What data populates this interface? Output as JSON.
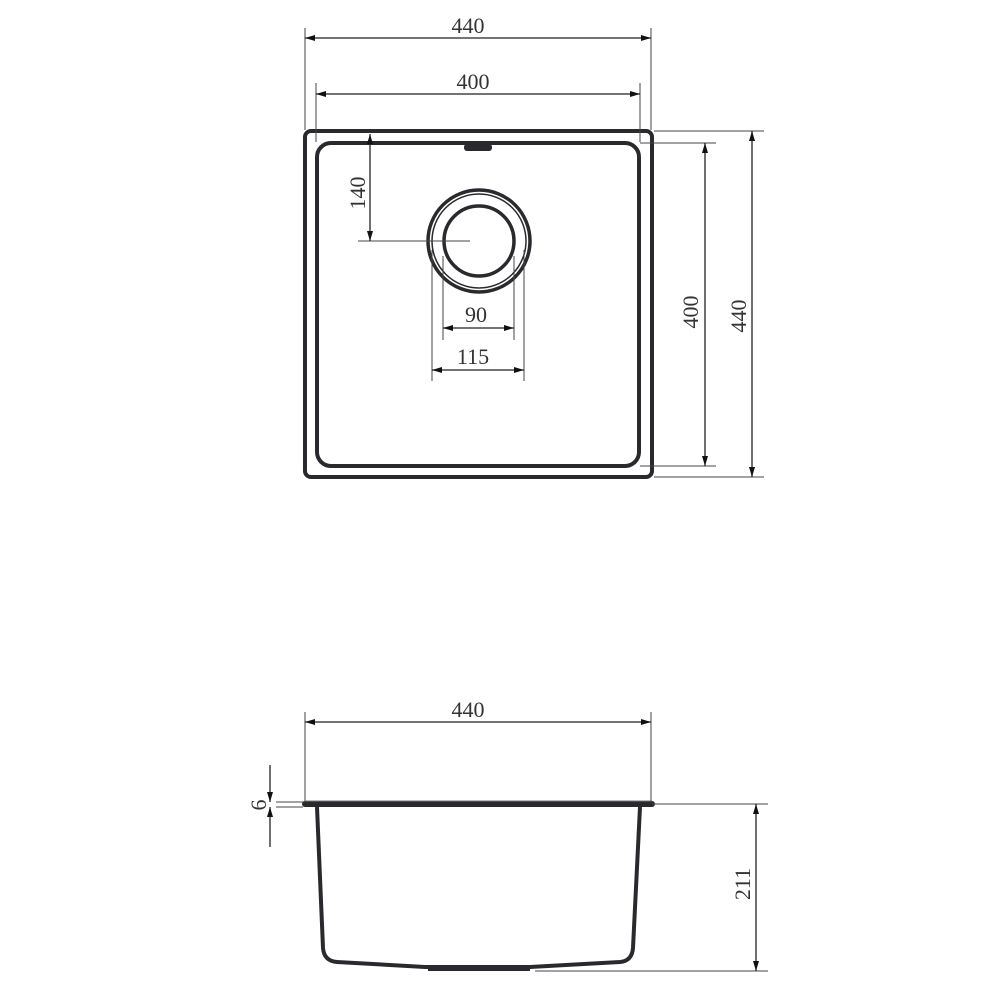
{
  "drawing": {
    "title": "Single bowl sink technical drawing",
    "units": "mm",
    "colors": {
      "line": "#2a2a2e",
      "dimension": "#222222",
      "text": "#333333",
      "background": "#ffffff"
    }
  },
  "top_view": {
    "overall_width": "440",
    "inner_width": "400",
    "overall_depth": "440",
    "inner_depth": "400",
    "drain_offset_from_back": "140",
    "drain_inner_diameter": "90",
    "drain_outer_diameter": "115"
  },
  "side_view": {
    "overall_width": "440",
    "flange_thickness": "6",
    "bowl_depth": "211"
  }
}
